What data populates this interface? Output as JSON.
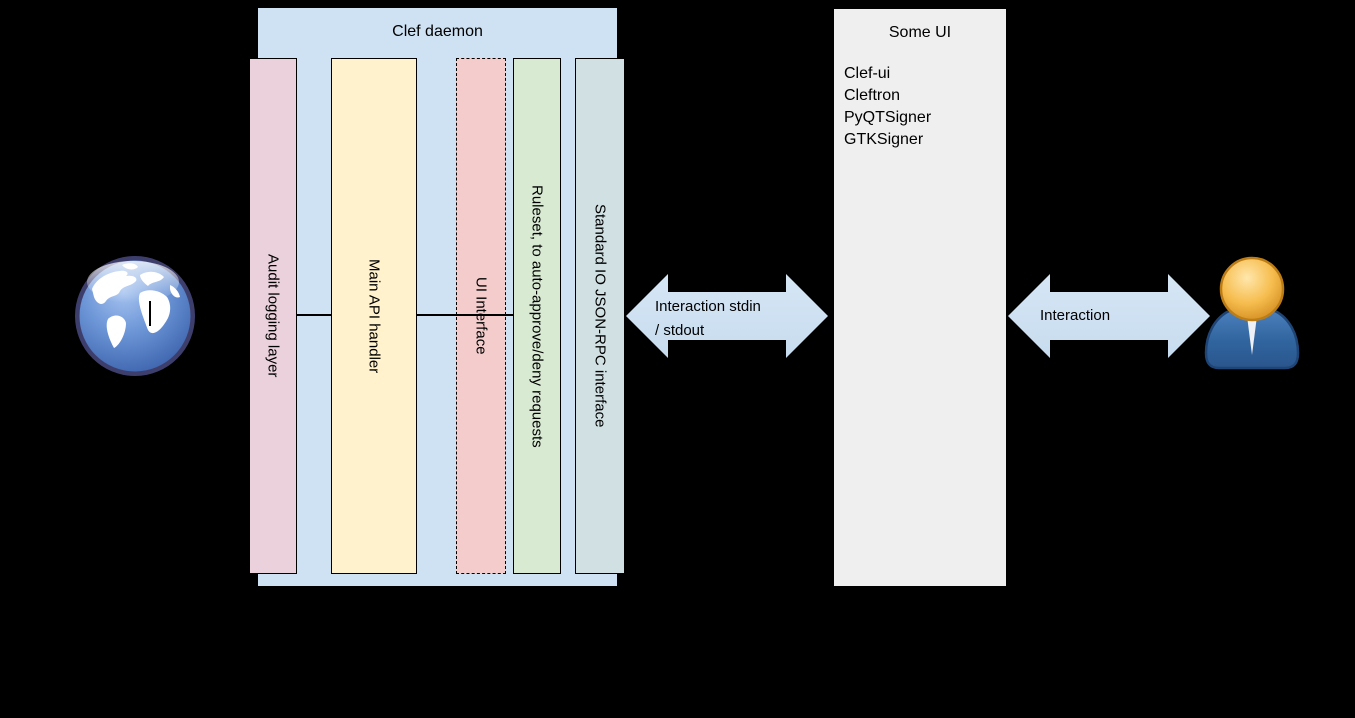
{
  "clef_daemon": {
    "title": "Clef daemon",
    "columns": [
      {
        "label": "Audit logging layer"
      },
      {
        "label": "Main API handler"
      },
      {
        "label": "UI Interface"
      },
      {
        "label": "Ruleset, to auto-approve/deny requests"
      },
      {
        "label": "Standard IO JSON-RPC interface"
      }
    ]
  },
  "some_ui": {
    "title": "Some UI",
    "items": [
      "Clef-ui",
      "Cleftron",
      "PyQTSigner",
      "GTKSigner"
    ]
  },
  "arrows": {
    "stdin_stdout": {
      "line1": "Interaction stdin",
      "line2": "/ stdout"
    },
    "user": {
      "line1": "Interaction"
    }
  },
  "icons": {
    "left_endpoint": "globe-icon",
    "right_endpoint": "user-icon"
  },
  "colors": {
    "background": "#000000",
    "clef_box": "#cfe2f3",
    "audit_column": "#ead1dc",
    "main_api_column": "#fff2cc",
    "ui_interface_column": "#f4cccc",
    "ruleset_column": "#d9ead3",
    "stdio_column": "#d0e0e3",
    "some_ui_box": "#efefef",
    "arrow_fill": "#cfe2f3",
    "line": "#000000"
  }
}
